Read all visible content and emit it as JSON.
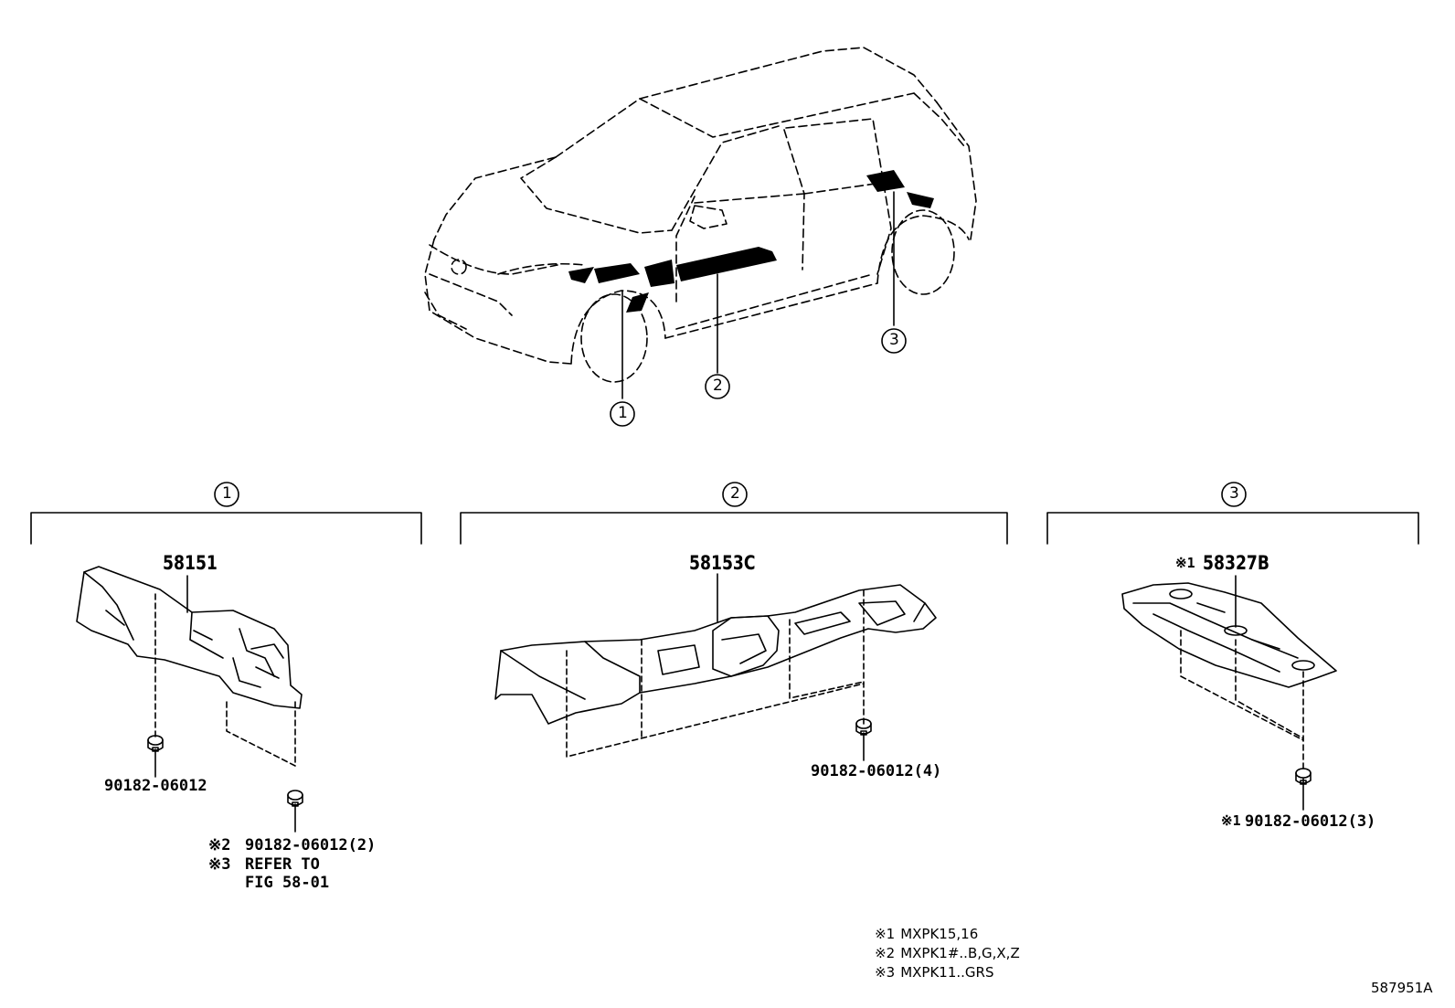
{
  "callouts": {
    "car_1": "1",
    "car_2": "2",
    "car_3": "3",
    "group_1": "1",
    "group_2": "2",
    "group_3": "3"
  },
  "group1": {
    "part_number": "58151",
    "clip_number": "90182-06012",
    "note2_mark": "※2",
    "note2_text": "90182-06012(2)",
    "note3_mark": "※3",
    "note3_text": "REFER TO",
    "note3_text_line2": "FIG 58-01"
  },
  "group2": {
    "part_number": "58153C",
    "clip_number": "90182-06012(4)"
  },
  "group3": {
    "part_mark": "※1",
    "part_number": "58327B",
    "clip_mark": "※1",
    "clip_number": "90182-06012(3)"
  },
  "legend": [
    {
      "mark": "※1",
      "text": "MXPK15,16"
    },
    {
      "mark": "※2",
      "text": "MXPK1#..B,G,X,Z"
    },
    {
      "mark": "※3",
      "text": "MXPK11..GRS"
    }
  ],
  "figure_id": "587951A"
}
